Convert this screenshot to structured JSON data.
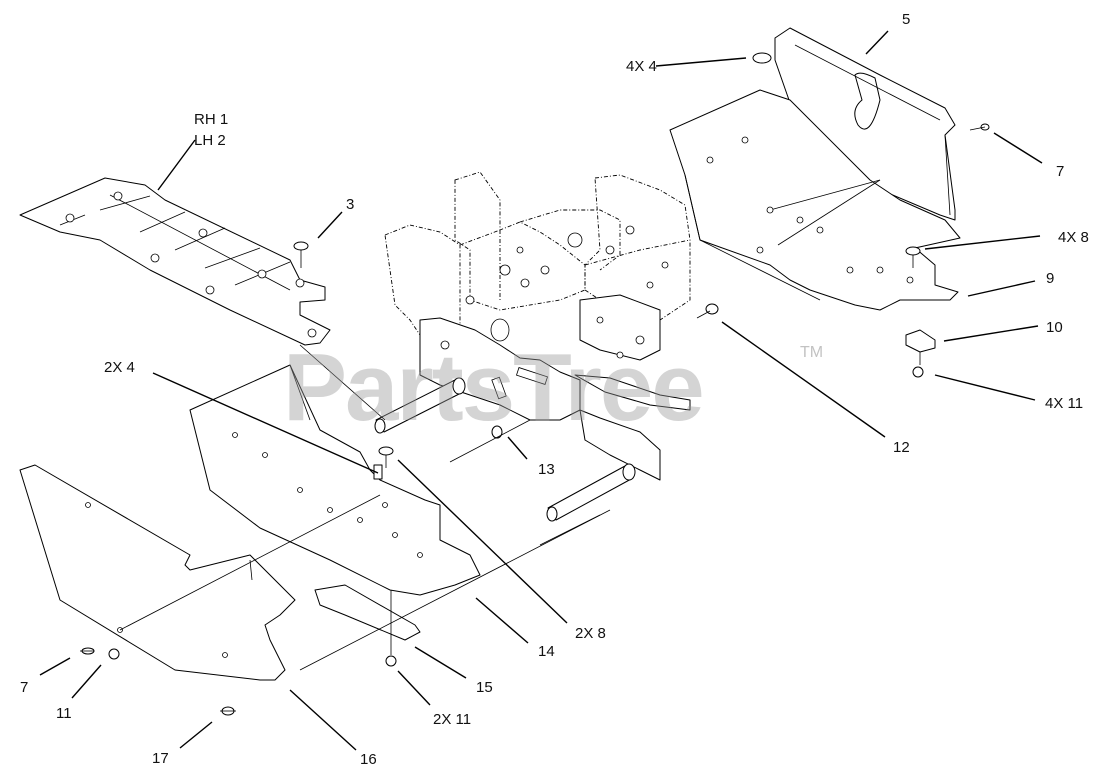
{
  "diagram": {
    "watermark": "PartsTree",
    "watermark_mark": "TM",
    "callouts": {
      "rh1": "RH 1",
      "lh2": "LH 2",
      "c3": "3",
      "c4x4": "4X 4",
      "c5": "5",
      "c7_right": "7",
      "c4x8": "4X 8",
      "c9": "9",
      "c10": "10",
      "c4x11": "4X 11",
      "c12": "12",
      "c2x4": "2X 4",
      "c13": "13",
      "c2x8": "2X 8",
      "c14": "14",
      "c15": "15",
      "c2x11": "2X 11",
      "c16": "16",
      "c17": "17",
      "c7_left": "7",
      "c11": "11"
    }
  }
}
